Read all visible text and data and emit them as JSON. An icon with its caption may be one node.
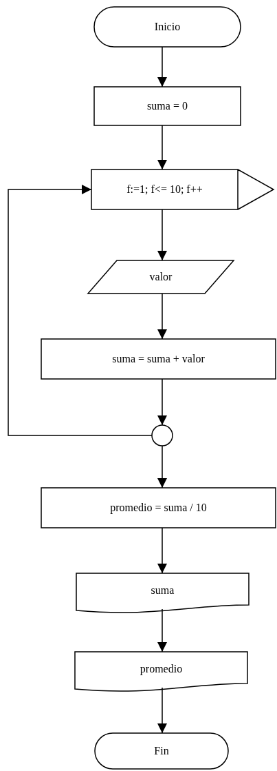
{
  "diagram": {
    "nodes": [
      {
        "text": [
          "Inicio"
        ]
      },
      {
        "text": [
          "suma = 0"
        ]
      },
      {
        "text": [
          "f:=1; f<= 10; f++"
        ]
      },
      {
        "text": [
          "valor"
        ]
      },
      {
        "text": [
          "suma = suma + valor"
        ]
      },
      {
        "text": [],
        "shape": "circle"
      },
      {
        "text": [
          "promedio = suma / 10"
        ]
      },
      {
        "text": [
          "suma"
        ]
      },
      {
        "text": [
          "promedio"
        ]
      },
      {
        "text": [
          "Fin"
        ]
      }
    ],
    "edges": [
      {
        "from": 0,
        "to": 1,
        "arrow": "to"
      },
      {
        "from": 1,
        "to": 2,
        "arrow": "to"
      },
      {
        "from": 2,
        "to": 3,
        "arrow": "to"
      },
      {
        "from": 3,
        "to": 4,
        "arrow": "to"
      },
      {
        "from": 4,
        "to": 5,
        "arrow": "to"
      },
      {
        "from": 5,
        "to": 2,
        "arrow": "to"
      },
      {
        "from": 5,
        "to": 6,
        "arrow": "to"
      },
      {
        "from": 6,
        "to": 7,
        "arrow": "to"
      },
      {
        "from": 7,
        "to": 8,
        "arrow": "to"
      },
      {
        "from": 8,
        "to": 9,
        "arrow": "to"
      }
    ]
  }
}
